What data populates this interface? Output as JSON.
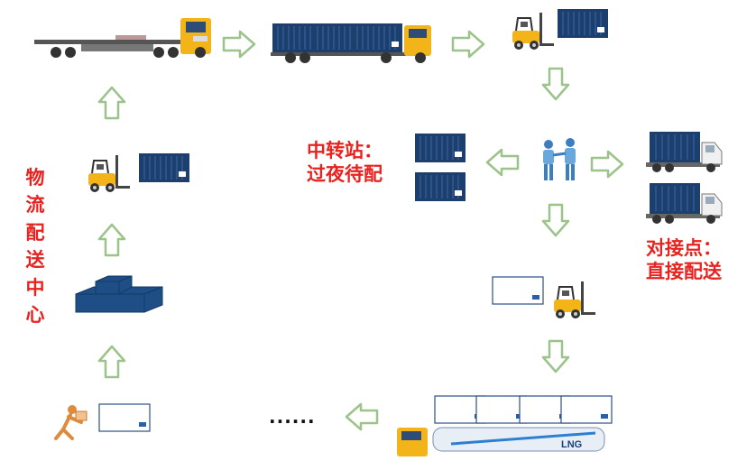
{
  "labels": {
    "transfer_station": [
      "中转站：",
      "过夜待配"
    ],
    "distribution_center": "物流配送中心",
    "direct_point": [
      "对接点：",
      "直接配送"
    ],
    "ellipsis": "......",
    "tanker_brand": "LNG"
  },
  "colors": {
    "container_blue": "#1c3f6e",
    "truck_yellow": "#f2b418",
    "arrow_green": "#9cc38a",
    "label_red": "#e8231f",
    "pallet_box": "#1f4e86"
  },
  "icons": [
    "flatbed-truck-icon",
    "container-truck-icon",
    "forklift-icon",
    "container-icon",
    "workers-handshake-icon",
    "box-truck-icon",
    "pallet-boxes-icon",
    "porter-icon",
    "parcel-icon",
    "tanker-truck-icon"
  ]
}
